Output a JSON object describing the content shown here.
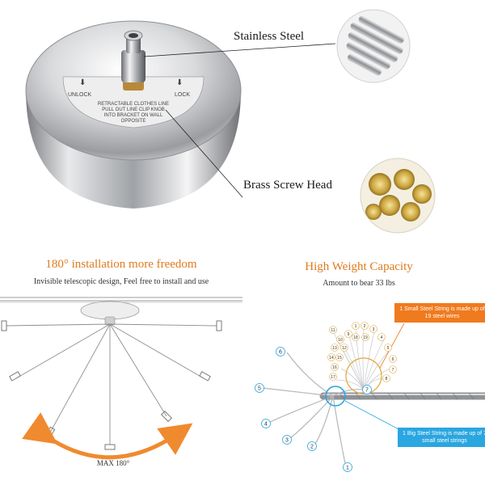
{
  "callouts": {
    "stainless": "Stainless Steel",
    "brass": "Brass Screw Head"
  },
  "device_label": {
    "unlock": "UNLOCK",
    "lock": "LOCK",
    "line1": "RETRACTABLE CLOTHES LINE",
    "line2": "PULL OUT LINE CLIP KNOB",
    "line3": "INTO BRACKET ON WALL",
    "line4": "OPPOSITE"
  },
  "installation": {
    "title": "180° installation more freedom",
    "subtitle": "Invisible telescopic design, Feel free to install and use",
    "max_label": "MAX 180°"
  },
  "capacity": {
    "title": "High Weight Capacity",
    "subtitle": "Amount to bear 33 lbs",
    "orange_note": "1 Small Steel String is made up of 19 steel wires",
    "blue_note": "1 Big Steel String is made up of 7 small steel strings",
    "strand_numbers": [
      "1",
      "2",
      "3",
      "4",
      "5",
      "6",
      "7"
    ],
    "wire_numbers": [
      "1",
      "2",
      "3",
      "4",
      "5",
      "6",
      "7",
      "8",
      "9",
      "10",
      "11",
      "12",
      "13",
      "14",
      "15",
      "16",
      "17",
      "18",
      "19"
    ]
  },
  "colors": {
    "accent_orange": "#e07a1c",
    "accent_blue": "#2aa6e0",
    "steel": "#b9bcc0"
  }
}
